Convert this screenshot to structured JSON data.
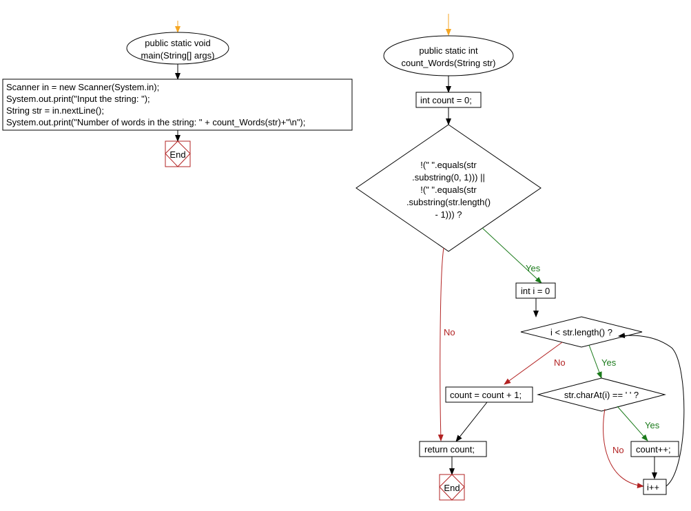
{
  "colors": {
    "start_arrow": "#f5a623",
    "yes_edge": "#1a7a1a",
    "no_edge": "#b22222",
    "node_stroke": "#000000",
    "end_stroke": "#b22222"
  },
  "main_flow": {
    "start": [
      "public static void",
      "main(String[] args)"
    ],
    "body": [
      "Scanner in = new Scanner(System.in);",
      "System.out.print(\"Input the string: \");",
      "String str = in.nextLine();",
      "System.out.print(\"Number of words in the string: \" + count_Words(str)+\"\\n\");"
    ],
    "end": "End"
  },
  "count_flow": {
    "start": [
      "public static int",
      "count_Words(String str)"
    ],
    "init": "int count = 0;",
    "cond_outer": [
      "!(\" \".equals(str",
      ".substring(0, 1))) ||",
      "!(\" \".equals(str",
      ".substring(str.length()",
      "- 1))) ?"
    ],
    "loop_init": "int i = 0",
    "loop_cond": "i < str.length() ?",
    "char_cond": "str.charAt(i) == ' ' ?",
    "count_inc": "count++;",
    "i_inc": "i++",
    "count_plus_one": "count = count + 1;",
    "return": "return count;",
    "end": "End"
  },
  "edge_labels": {
    "yes": "Yes",
    "no": "No"
  }
}
